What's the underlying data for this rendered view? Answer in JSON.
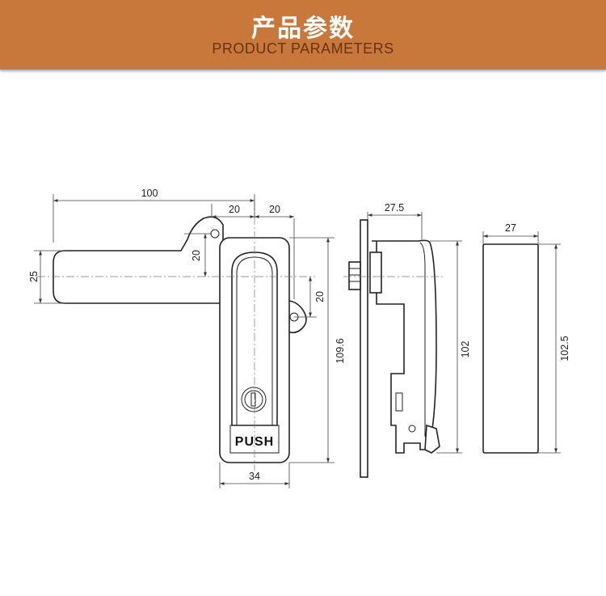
{
  "header": {
    "title_cn": "产品参数",
    "title_en": "PRODUCT PARAMETERS"
  },
  "colors": {
    "banner": "#c8783a",
    "subtitle": "#6a3212",
    "line": "#222222"
  },
  "front_view": {
    "push_label": "PUSH",
    "dims": {
      "total_width": "100",
      "upper_offset_left": "20",
      "upper_offset_right": "20",
      "ear_height_left": "20",
      "ear_height_right": "20",
      "handle_height": "25",
      "body_height": "109.6",
      "body_width": "34"
    }
  },
  "side_view": {
    "dims": {
      "depth": "27.5",
      "height": "102"
    }
  },
  "end_view": {
    "dims": {
      "width": "27",
      "height": "102.5"
    }
  }
}
